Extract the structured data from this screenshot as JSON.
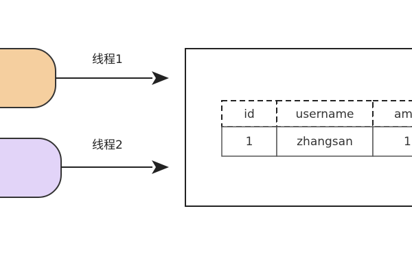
{
  "threads": [
    {
      "label": "线程1",
      "color": "#f5cf9f"
    },
    {
      "label": "线程2",
      "color": "#e2d4f8"
    }
  ],
  "table": {
    "headers": [
      "id",
      "username",
      "am"
    ],
    "row": [
      "1",
      "zhangsan",
      "1"
    ]
  }
}
